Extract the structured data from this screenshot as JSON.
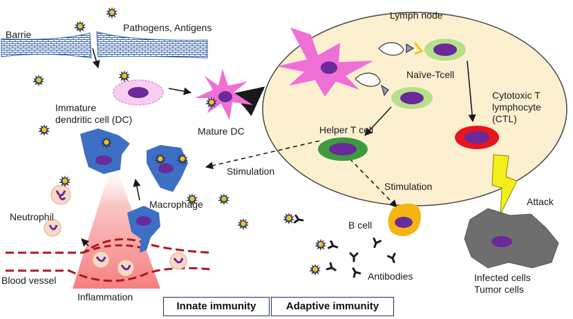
{
  "labels": {
    "barrier": "Barrie",
    "pathogens": "Pathogens, Antigens",
    "lymph_node": "Lymph node",
    "naive_tcell": "Naïve-Tcell",
    "immature_dc_1": "Immature",
    "immature_dc_2": "dendritic cell (DC)",
    "mature_dc": "Mature DC",
    "helper_t": "Helper T cell",
    "ctl_1": "Cytotoxic T",
    "ctl_2": "lymphocyte",
    "ctl_3": "(CTL)",
    "stimulation_1": "Stimulation",
    "stimulation_2": "Stimulation",
    "macrophage": "Macrophage",
    "neutrophil": "Neutrophil",
    "attack": "Attack",
    "b_cell": "B cell",
    "blood_vessel": "Blood vessel",
    "inflammation": "Inflammation",
    "antibodies": "Antibodies",
    "infected_1": "Infected cells",
    "infected_2": "Tumor cells"
  },
  "legend": {
    "innate": "Innate immunity",
    "adaptive": "Adaptive immunity"
  },
  "colors": {
    "lymph_node_fill": "#fdf0d0",
    "dc_pink": "#f06fd6",
    "nucleus_purple": "#6a2a9a",
    "helper_green": "#3e9a3e",
    "ctl_red": "#e8141e",
    "macrophage_blue": "#3d6fc4",
    "bcell_yellow": "#f5b412",
    "infected_gray": "#6e6e6e",
    "vessel_red": "#b3151d"
  }
}
